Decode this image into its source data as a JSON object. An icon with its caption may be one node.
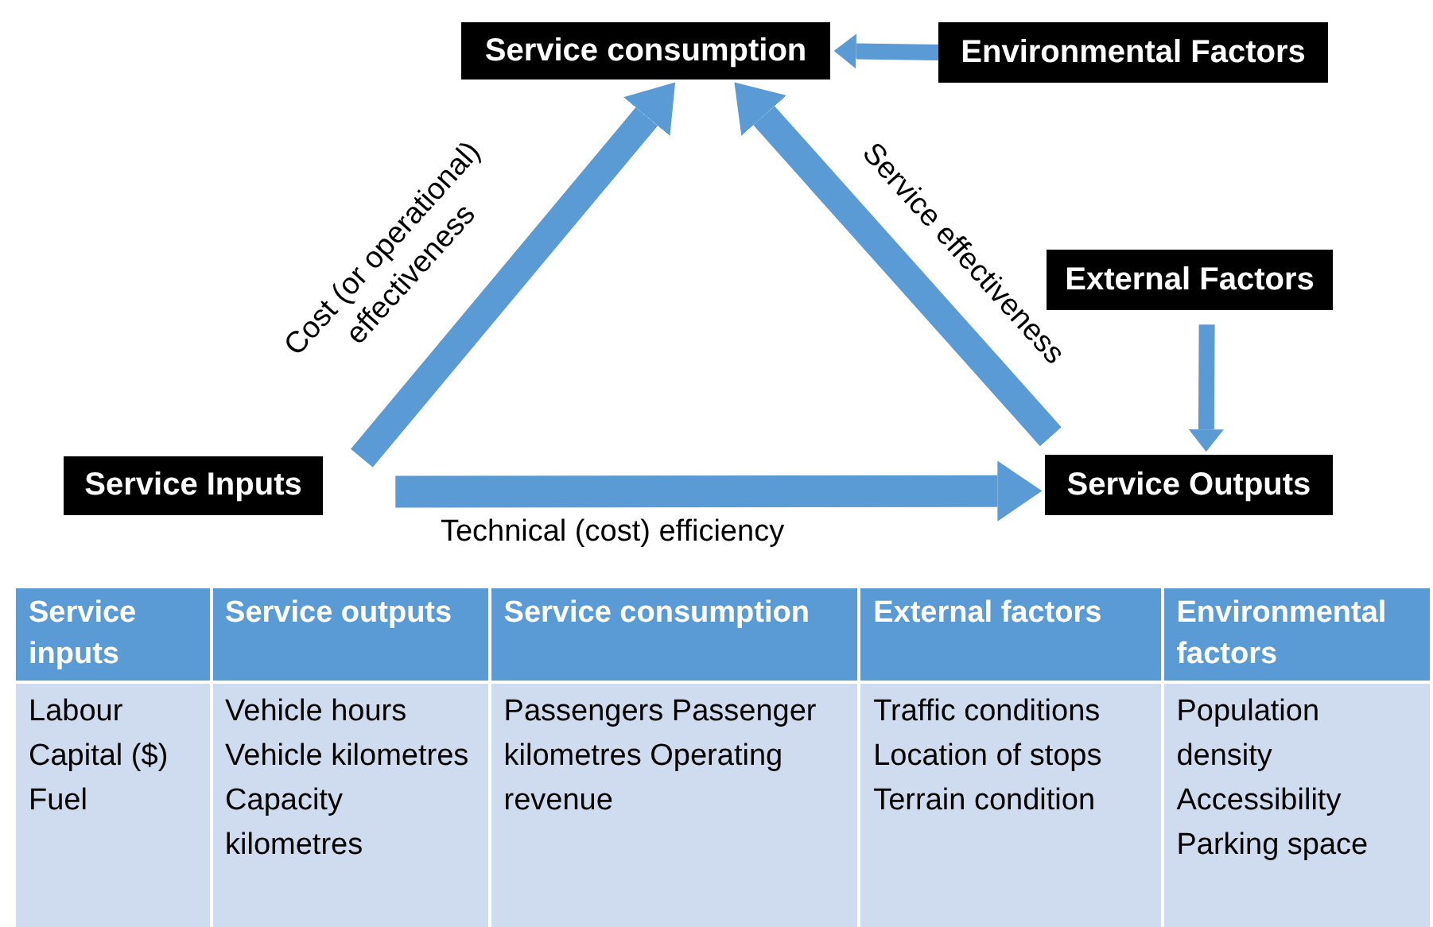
{
  "diagram": {
    "nodes": [
      {
        "text": [
          "Service consumption"
        ]
      },
      {
        "text": [
          "Environmental Factors"
        ]
      },
      {
        "text": [
          "External Factors"
        ]
      },
      {
        "text": [
          "Service Inputs"
        ]
      },
      {
        "text": [
          "Service Outputs"
        ]
      }
    ],
    "edges": [
      {
        "from": 1,
        "to": 0,
        "arrow": "to"
      },
      {
        "from": 3,
        "to": 0,
        "arrow": "to",
        "label": "Cost (or operational) effectiveness"
      },
      {
        "from": 4,
        "to": 0,
        "arrow": "to",
        "label": "Service effectiveness"
      },
      {
        "from": 3,
        "to": 4,
        "arrow": "to",
        "label": "Technical (cost) efficiency"
      },
      {
        "from": 2,
        "to": 4,
        "arrow": "to"
      }
    ],
    "labels": [
      "Service inputs",
      "Service outputs",
      "Service consumption",
      "External factors",
      "Environmental factors",
      "Labour Capital ($) Fuel",
      "Vehicle hours Vehicle kilometres Capacity kilometres",
      "Passengers Passenger kilometres Operating revenue",
      "Traffic conditions Location of stops Terrain condition",
      "Population density Accessibility Parking space"
    ]
  }
}
